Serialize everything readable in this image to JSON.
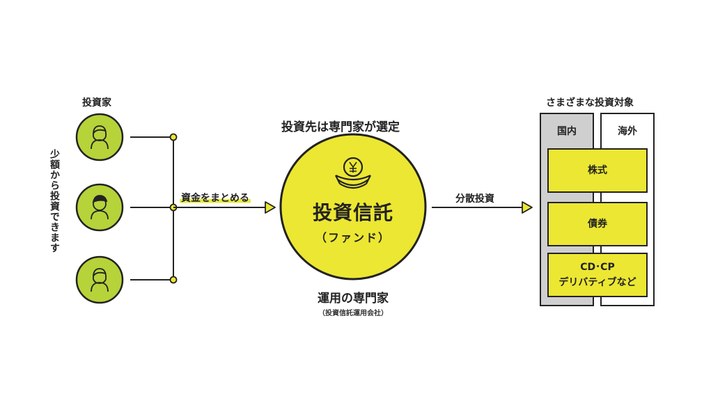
{
  "investors_label": "投資家",
  "small_amount_label": "少額から投資できます",
  "pool_funds_label": "資金をまとめる",
  "expert_selects_label": "投資先は専門家が選定",
  "fund": {
    "title": "投資信託",
    "subtitle": "（ファンド）",
    "icon": "yen-money-bag-icon"
  },
  "manager_label": "運用の専門家",
  "manager_sub_label": "（投資信託運用会社）",
  "diversified_label": "分散投資",
  "targets_label": "さまざまな投資対象",
  "domestic_label": "国内",
  "overseas_label": "海外",
  "assets": [
    "株式",
    "債券",
    "CD･CP",
    "デリバティブなど"
  ],
  "investor_icons": [
    "female-investor-icon",
    "male-investor-icon",
    "female-investor-icon"
  ],
  "colors": {
    "accent": "#ece732",
    "investor_circle": "#b6d33a",
    "dark": "#222222",
    "gray_panel": "#cfcfcf"
  }
}
